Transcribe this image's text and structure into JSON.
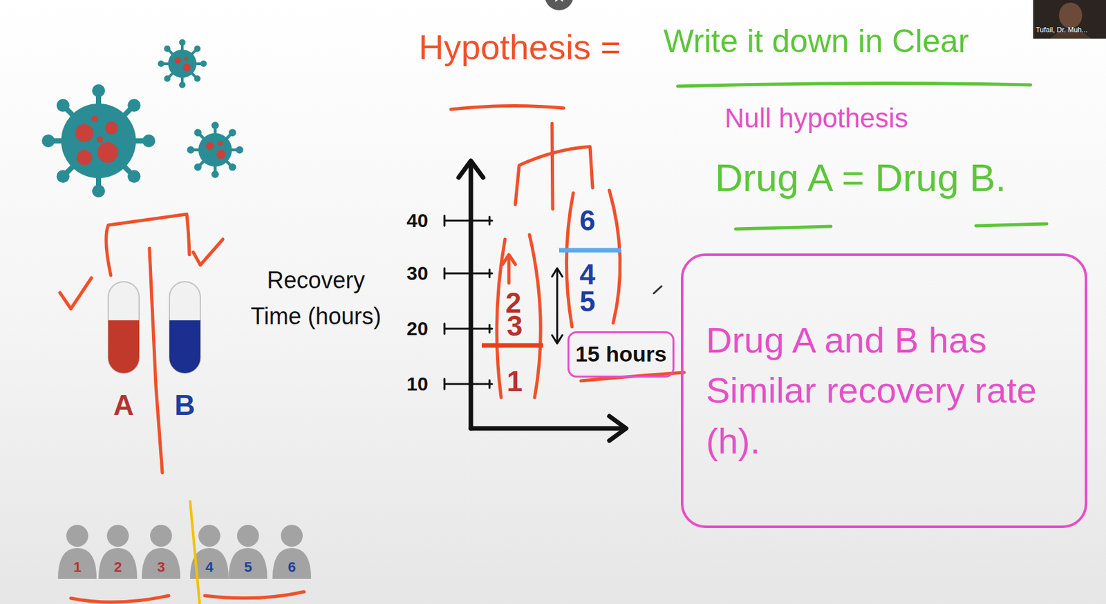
{
  "diagram": {
    "nodes": [
      {
        "text": [
          "Drug A and B has Similar recovery rate (h)."
        ]
      },
      {
        "text": [
          "15 hours"
        ]
      }
    ],
    "labels": [
      "Hypothesis =",
      "Write it down in Clear",
      "Null hypothesis",
      "Drug A = Drug B.",
      "Recovery Time (hours)",
      "40",
      "30",
      "20",
      "10",
      "2",
      "3",
      "1",
      "6",
      "4",
      "5",
      "A",
      "B",
      "1",
      "2",
      "3",
      "4",
      "5",
      "6",
      "Tufail, Dr. Muh..."
    ]
  }
}
